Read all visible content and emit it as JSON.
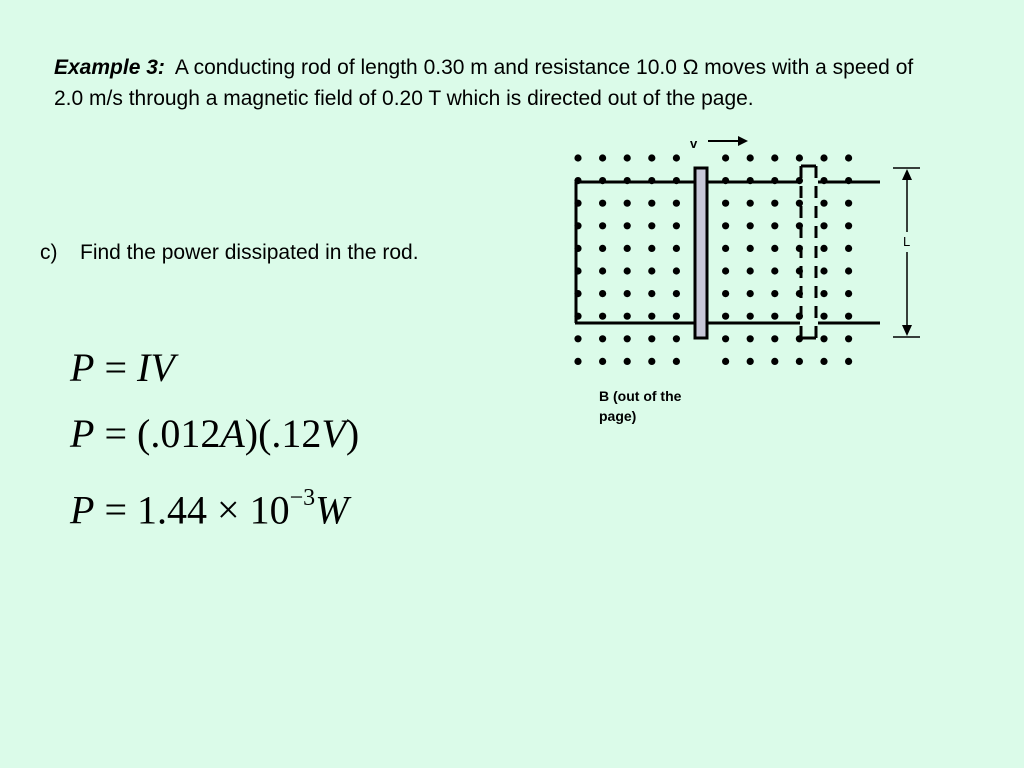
{
  "problem": {
    "label": "Example 3:",
    "text": "A conducting rod of length 0.30 m and resistance 10.0 Ω moves with a speed of 2.0 m/s through a magnetic field of 0.20 T which is directed out of the page."
  },
  "part": {
    "letter": "c)",
    "question": "Find the power dissipated in the rod."
  },
  "equations": {
    "eq1": {
      "lhs": "P",
      "rel": "=",
      "rhs": "IV"
    },
    "eq2": {
      "lhs": "P",
      "rel": "=",
      "rhs_a": "(.012",
      "rhs_a_unit": "A",
      "rhs_b": ")(.12",
      "rhs_b_unit": "V",
      "rhs_c": ")"
    },
    "eq3": {
      "lhs": "P",
      "rel": "=",
      "coef": "1.44",
      "times": "×",
      "base": "10",
      "exponent": "−3",
      "unit": "W"
    }
  },
  "diagram": {
    "velocity_label": "v",
    "length_label": "L",
    "field_caption": "B (out of the page)",
    "colors": {
      "rod_fill": "#c7c7d8",
      "ink": "#000000"
    }
  }
}
